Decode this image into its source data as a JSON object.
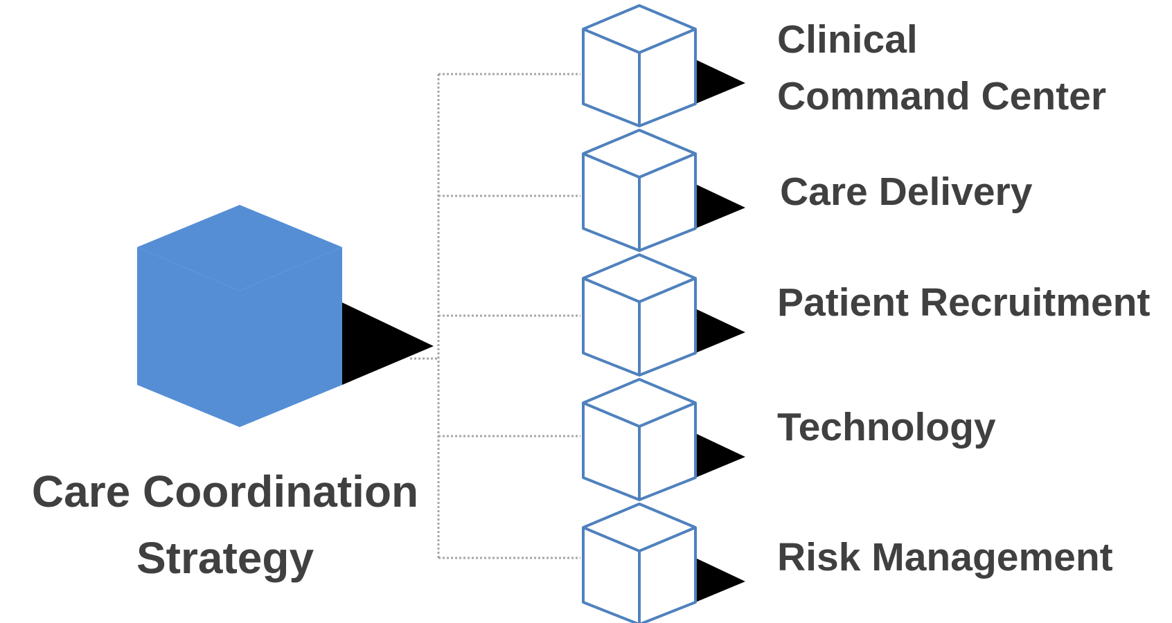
{
  "diagram": {
    "root": {
      "label_lines": [
        "Care Coordination",
        "Strategy"
      ],
      "color": "#558ED5"
    },
    "branches": [
      {
        "label_lines": [
          "Clinical",
          "Command Center"
        ]
      },
      {
        "label_lines": [
          "Care Delivery"
        ]
      },
      {
        "label_lines": [
          "Patient Recruitment"
        ]
      },
      {
        "label_lines": [
          "Technology"
        ]
      },
      {
        "label_lines": [
          "Risk Management"
        ]
      }
    ],
    "outline_color": "#4F81BD",
    "text_color": "#404040",
    "connector_color": "#A6A6A6",
    "arrow_color": "#000000"
  }
}
